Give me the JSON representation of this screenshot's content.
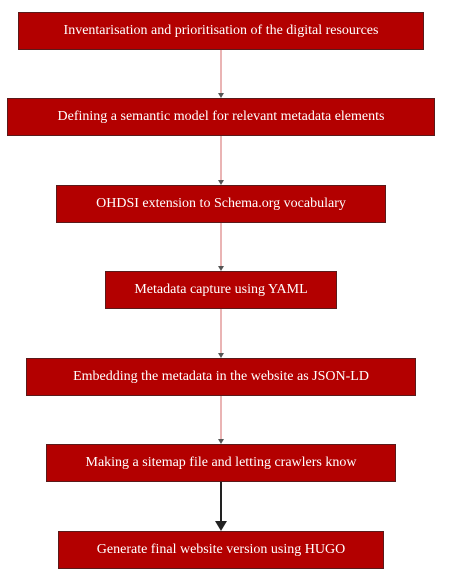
{
  "diagram": {
    "steps": [
      "Inventarisation and prioritisation of the digital resources",
      "Defining a semantic model for relevant metadata elements",
      "OHDSI extension to Schema.org vocabulary",
      "Metadata capture using YAML",
      "Embedding the metadata in the website as JSON-LD",
      "Making a sitemap file and letting crawlers know",
      "Generate final website version using HUGO"
    ]
  },
  "colors": {
    "box_fill": "#b30000",
    "box_border": "#5a1a1a",
    "box_text": "#ffffff",
    "connector": "#d46a6a",
    "final_connector": "#222222"
  }
}
